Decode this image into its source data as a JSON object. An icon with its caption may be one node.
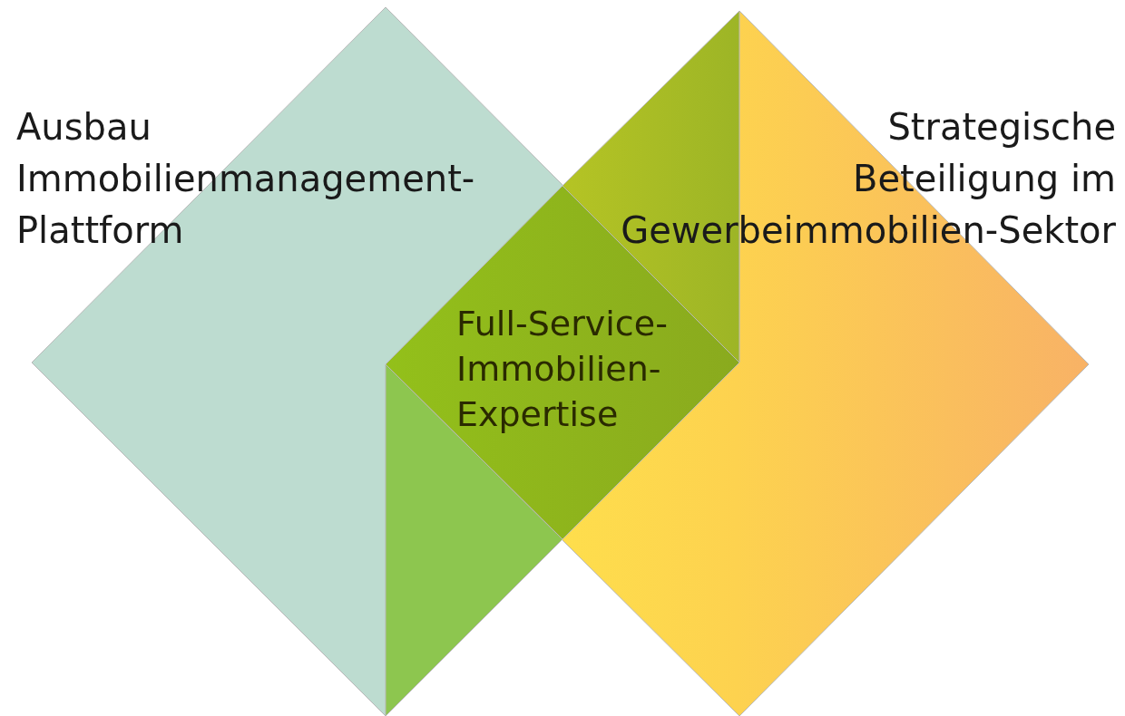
{
  "diagram": {
    "nodes": [
      {
        "text": [
          "Ausbau Immobilienmanagement-Plattform"
        ]
      },
      {
        "text": [
          "Strategische Beteiligung im Gewerbeimmobilien-Sektor"
        ]
      },
      {
        "text": [
          "Full-Service-Immobilien-Expertise"
        ]
      }
    ]
  }
}
